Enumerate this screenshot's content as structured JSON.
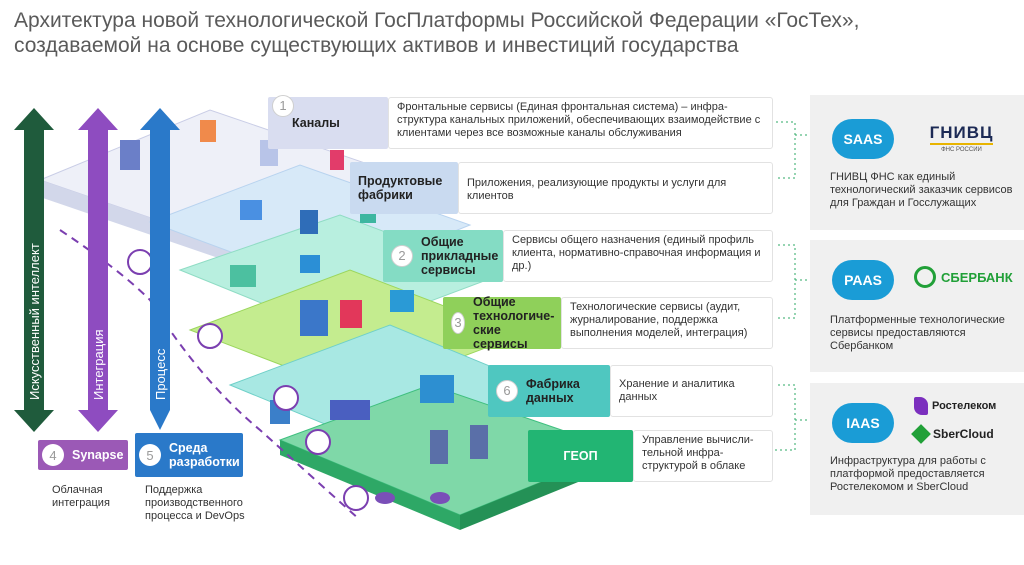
{
  "title_line1": "Архитектура новой технологической ГосПлатформы Российской Федерации «ГосТех»,",
  "title_line2": "создаваемой на основе существующих активов и инвестиций государства",
  "vertical_arrows": {
    "ai": "Искусственный интеллект",
    "integration": "Интеграция",
    "process": "Процесс"
  },
  "layers": [
    {
      "num": "1",
      "label": "Каналы",
      "desc": "Фронтальные сервисы (Единая фронтальная система) – инфра-структура канальных приложений, обеспечивающих взаимодействие с клиентами через все возможные каналы обслуживания",
      "color": "#d9ddf0"
    },
    {
      "num": "",
      "label": "Продуктовые фабрики",
      "desc": "Приложения, реализующие продукты и услуги для клиентов",
      "color": "#c9daf0"
    },
    {
      "num": "2",
      "label": "Общие прикладные сервисы",
      "desc": "Сервисы общего назначения (единый профиль клиента, нормативно-справочная информация и др.)",
      "color": "#84dcc4"
    },
    {
      "num": "3",
      "label": "Общие технологиче-ские сервисы",
      "desc": "Технологические сервисы (аудит, журналирование, поддержка выполнения моделей, интеграция)",
      "color": "#8fd05a"
    },
    {
      "num": "6",
      "label": "Фабрика данных",
      "desc": "Хранение и аналитика данных",
      "color": "#4fc7c0"
    },
    {
      "num": "",
      "label": "ГЕОП",
      "desc": "Управление вычисли-тельной инфра-структурой в облаке",
      "color": "#22b573"
    }
  ],
  "side": [
    {
      "pill": "SAAS",
      "pill_color": "#1a9cd6",
      "logo": "ГНИВЦ",
      "logo_sub": "ФНС РОССИИ",
      "text": "ГНИВЦ ФНС как единый технологический заказчик сервисов для Граждан и Госслужащих"
    },
    {
      "pill": "PAAS",
      "pill_color": "#1a9cd6",
      "logo": "СБЕРБАНК",
      "text": "Платформенные технологические сервисы предоставляются Сбербанком"
    },
    {
      "pill": "IAAS",
      "pill_color": "#1a9cd6",
      "logo": "Ростелеком",
      "logo2": "SberCloud",
      "text": "Инфраструктура для работы с платформой предоставляется Ростелекомом и SberCloud"
    }
  ],
  "bottom": [
    {
      "num": "4",
      "label": "Synapse",
      "desc": "Облачная интеграция",
      "color": "#9b59b6"
    },
    {
      "num": "5",
      "label": "Среда разработки",
      "desc": "Поддержка производственного процесса и DevOps",
      "color": "#2a79c9"
    }
  ]
}
